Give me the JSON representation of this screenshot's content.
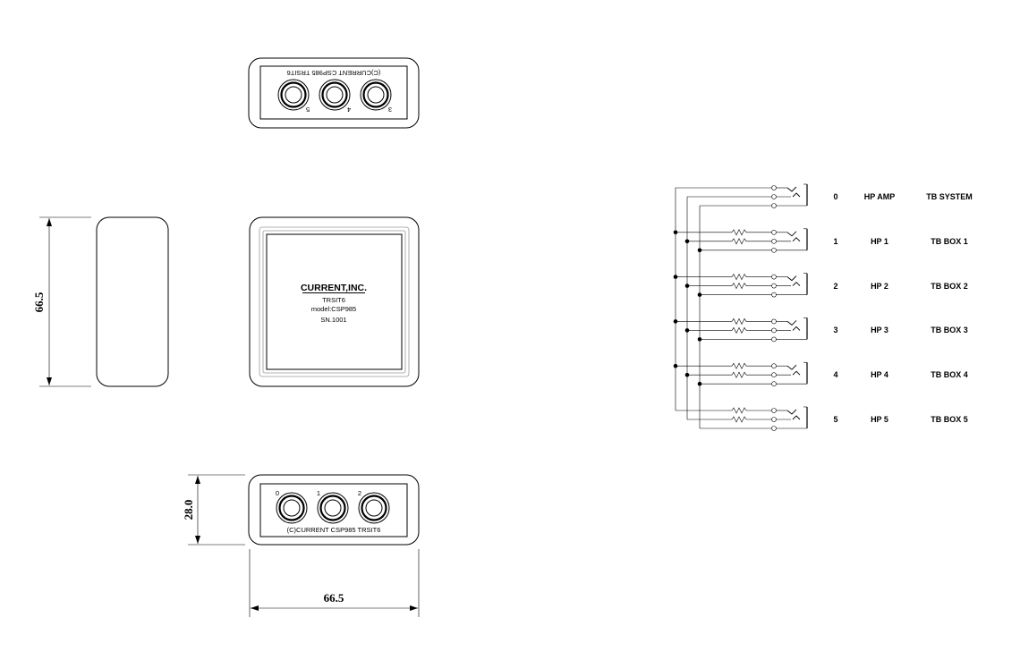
{
  "top_view": {
    "label": "(C)CURRENT CSP985 TRSIT6",
    "jack_labels": [
      "5",
      "4",
      "3"
    ]
  },
  "front_view": {
    "brand": "CURRENT,INC.",
    "model": "TRSIT6",
    "model_number": "model:CSP985",
    "serial": "SN.1001"
  },
  "bottom_view": {
    "label": "(C)CURRENT CSP985 TRSIT6",
    "jack_labels": [
      "0",
      "1",
      "2"
    ]
  },
  "dimensions": {
    "side_height": "66.5",
    "bottom_height": "28.0",
    "width": "66.5"
  },
  "schematic": {
    "rows": [
      {
        "port": "0",
        "hp": "HP AMP",
        "tb": "TB SYSTEM"
      },
      {
        "port": "1",
        "hp": "HP 1",
        "tb": "TB BOX 1"
      },
      {
        "port": "2",
        "hp": "HP 2",
        "tb": "TB BOX 2"
      },
      {
        "port": "3",
        "hp": "HP 3",
        "tb": "TB BOX 3"
      },
      {
        "port": "4",
        "hp": "HP 4",
        "tb": "TB BOX 4"
      },
      {
        "port": "5",
        "hp": "HP 5",
        "tb": "TB BOX 5"
      }
    ]
  }
}
